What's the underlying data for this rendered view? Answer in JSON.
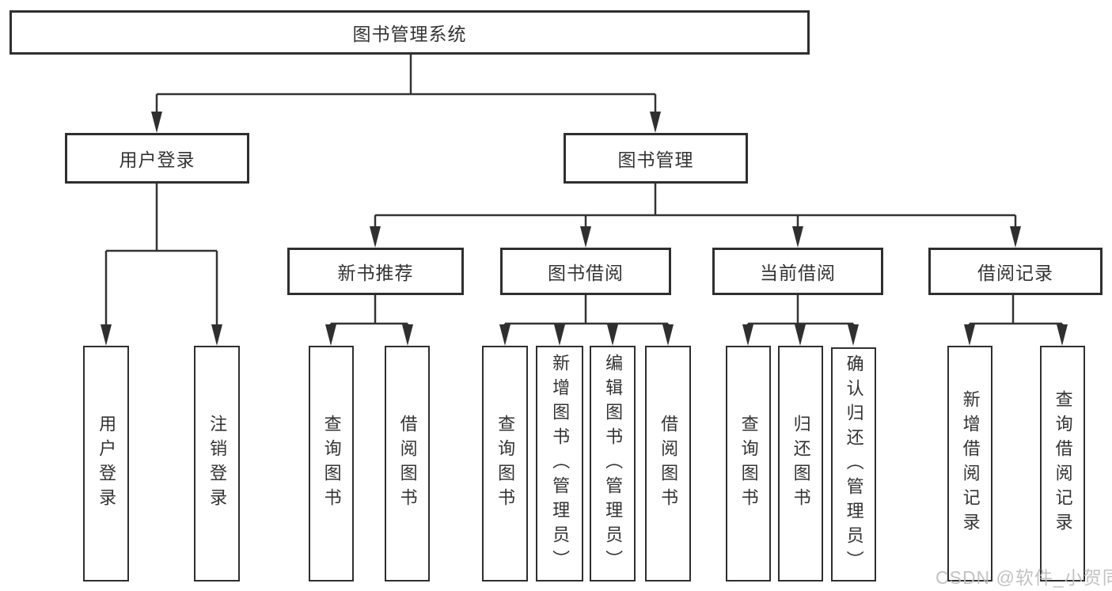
{
  "diagram": {
    "tree": {
      "label": "图书管理系统",
      "children": [
        {
          "label": "用户登录",
          "children": [
            {
              "label": "用户登录"
            },
            {
              "label": "注销登录"
            }
          ]
        },
        {
          "label": "图书管理",
          "children": [
            {
              "label": "新书推荐",
              "children": [
                {
                  "label": "查询图书"
                },
                {
                  "label": "借阅图书"
                }
              ]
            },
            {
              "label": "图书借阅",
              "children": [
                {
                  "label": "查询图书"
                },
                {
                  "label": "新增图书（管理员）"
                },
                {
                  "label": "编辑图书（管理员）"
                },
                {
                  "label": "借阅图书"
                }
              ]
            },
            {
              "label": "当前借阅",
              "children": [
                {
                  "label": "查询图书"
                },
                {
                  "label": "归还图书"
                },
                {
                  "label": "确认归还（管理员）"
                }
              ]
            },
            {
              "label": "借阅记录",
              "children": [
                {
                  "label": "新增借阅记录"
                },
                {
                  "label": "查询借阅记录"
                }
              ]
            }
          ]
        }
      ]
    },
    "colors": {
      "line": "#333333",
      "text": "#333333",
      "box_background": "#ffffff",
      "watermark": "#bdbdbd"
    }
  },
  "watermark": {
    "text": "CSDN @软件_小贺同学"
  }
}
